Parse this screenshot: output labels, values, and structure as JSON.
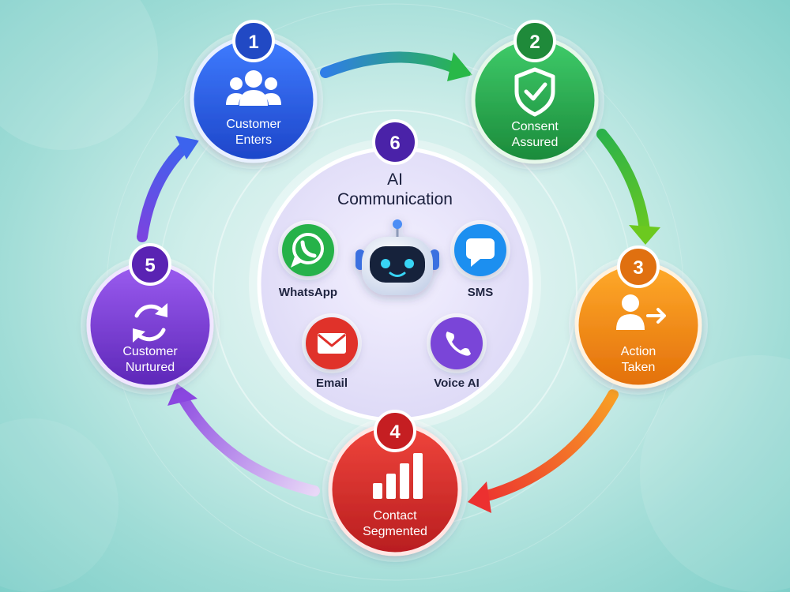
{
  "stages": [
    {
      "number": "1",
      "line1": "Customer",
      "line2": "Enters",
      "icon": "users-icon",
      "color": "#2f5fe6"
    },
    {
      "number": "2",
      "line1": "Consent",
      "line2": "Assured",
      "icon": "shield-check-icon",
      "color": "#2aa84a"
    },
    {
      "number": "3",
      "line1": "Action",
      "line2": "Taken",
      "icon": "user-arrow-icon",
      "color": "#f58a12"
    },
    {
      "number": "4",
      "line1": "Contact",
      "line2": "Segmented",
      "icon": "bar-chart-icon",
      "color": "#e0322d"
    },
    {
      "number": "5",
      "line1": "Customer",
      "line2": "Nurtured",
      "icon": "refresh-icon",
      "color": "#7b3ed6"
    }
  ],
  "center": {
    "number": "6",
    "title_line1": "AI",
    "title_line2": "Communication",
    "bot_icon": "robot-icon"
  },
  "channels": [
    {
      "label": "WhatsApp",
      "icon": "whatsapp-icon",
      "color": "#28b24a"
    },
    {
      "label": "SMS",
      "icon": "chat-bubble-icon",
      "color": "#1f8ff0"
    },
    {
      "label": "Email",
      "icon": "mail-icon",
      "color": "#e0302a"
    },
    {
      "label": "Voice AI",
      "icon": "phone-icon",
      "color": "#7a45d8"
    }
  ]
}
